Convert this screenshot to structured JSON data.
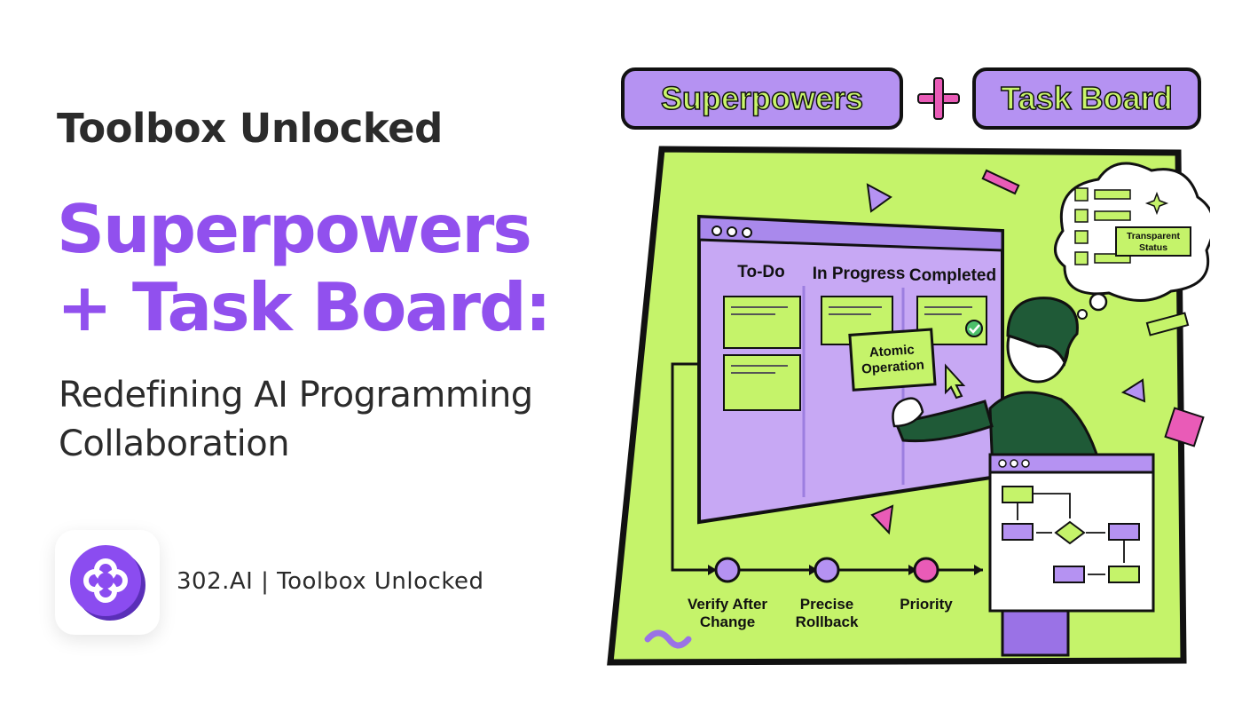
{
  "left": {
    "eyebrow": "Toolbox Unlocked",
    "headline_line1": "Superpowers",
    "headline_line2": "+ Task Board:",
    "subhead_line1": "Redefining AI Programming",
    "subhead_line2": "Collaboration",
    "brand": "302.AI | Toolbox Unlocked"
  },
  "illustration": {
    "tag_left": "Superpowers",
    "tag_plus": "+",
    "tag_right": "Task Board",
    "columns": [
      "To-Do",
      "In Progress",
      "Completed"
    ],
    "atomic_line1": "Atomic",
    "atomic_line2": "Operation",
    "thought_line1": "Transparent",
    "thought_line2": "Status",
    "steps": [
      {
        "line1": "Verify After",
        "line2": "Change"
      },
      {
        "line1": "Precise",
        "line2": "Rollback"
      },
      {
        "line1": "Priority",
        "line2": ""
      }
    ]
  },
  "colors": {
    "purple": "#9150ee",
    "lime": "#c5f36a",
    "pink": "#e95bb7",
    "dark_text": "#2b2b2b",
    "shirt": "#1f5a37"
  }
}
